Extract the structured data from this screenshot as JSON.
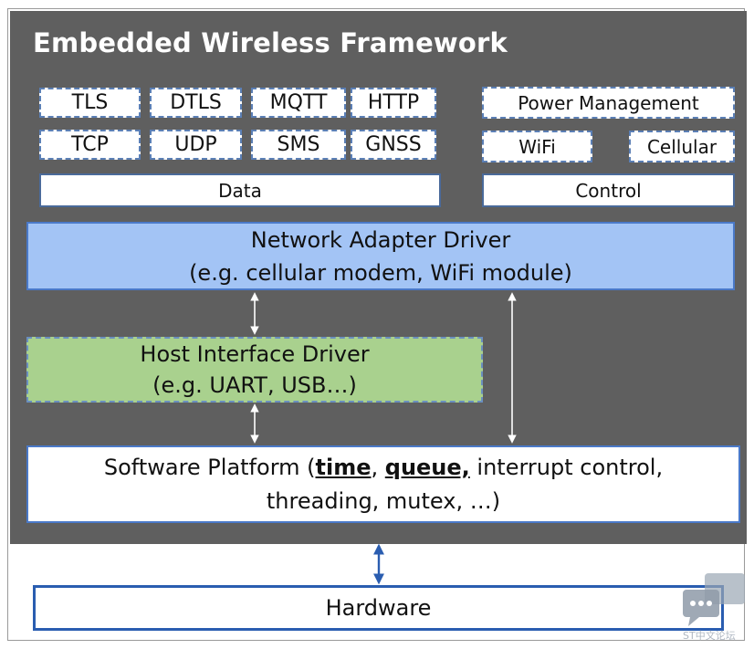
{
  "title": "Embedded Wireless Framework",
  "protocols": {
    "row1": [
      "TLS",
      "DTLS",
      "MQTT",
      "HTTP"
    ],
    "row2": [
      "TCP",
      "UDP",
      "SMS",
      "GNSS"
    ]
  },
  "control_group": {
    "power": "Power Management",
    "wifi": "WiFi",
    "cellular": "Cellular"
  },
  "data_label": "Data",
  "control_label": "Control",
  "network_adapter": {
    "line1": "Network Adapter Driver",
    "line2": "(e.g. cellular modem, WiFi module)"
  },
  "host_interface": {
    "line1": "Host Interface Driver",
    "line2": "(e.g. UART, USB…)"
  },
  "software_platform": {
    "prefix": "Software Platform (",
    "time": "time",
    "sep": ", ",
    "queue": "queue,",
    "rest": " interrupt control,",
    "line2": "threading, mutex, …)"
  },
  "hardware": "Hardware",
  "watermark_text": "ST中文论坛",
  "colors": {
    "framework_bg": "#5f5f5f",
    "network_adapter_fill": "#a3c4f5",
    "host_interface_fill": "#a9d18e",
    "hardware_border": "#2a5db0"
  }
}
